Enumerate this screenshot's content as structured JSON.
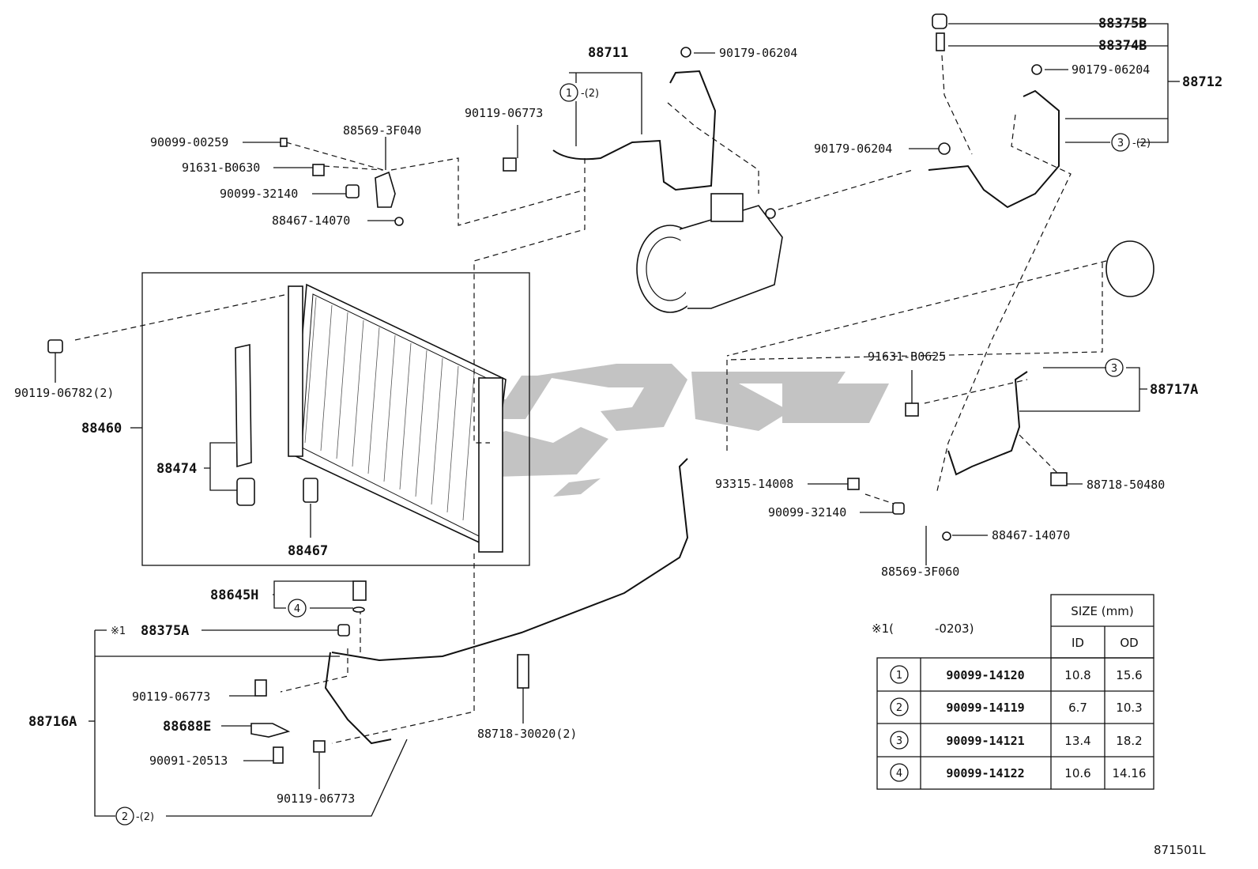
{
  "callouts": {
    "p88711": "88711",
    "p90179_a": "90179-06204",
    "p90119_06773_top": "90119-06773",
    "p1_qty": "1",
    "p1_note": "-(2)",
    "p90099_00259": "90099-00259",
    "p88569_3F040": "88569-3F040",
    "p91631_B0630": "91631-B0630",
    "p90099_32140_a": "90099-32140",
    "p88467_14070_a": "88467-14070",
    "p88375B": "88375B",
    "p88374B": "88374B",
    "p90179_b": "90179-06204",
    "p88712": "88712",
    "p90179_c": "90179-06204",
    "p3_qty": "3",
    "p3_note": "-(2)",
    "p90119_06782": "90119-06782(2)",
    "p88460": "88460",
    "p88474": "88474",
    "p88467": "88467",
    "p91631_B0625": "91631-B0625",
    "p3b": "3",
    "p88717A": "88717A",
    "p93315_14008": "93315-14008",
    "p90099_32140_b": "90099-32140",
    "p88718_50480": "88718-50480",
    "p88467_14070_b": "88467-14070",
    "p88569_3F060": "88569-3F060",
    "p88645H": "88645H",
    "p4": "4",
    "p88375A_mark": "※1",
    "p88375A": "88375A",
    "p90119_06773_mid": "90119-06773",
    "p88716A": "88716A",
    "p88688E": "88688E",
    "p90091_20513": "90091-20513",
    "p90119_06773_bot": "90119-06773",
    "p88718_30020": "88718-30020(2)",
    "p2_qty": "2",
    "p2_note": "-(2)"
  },
  "note": {
    "mark": "※1(",
    "value": "-0203)"
  },
  "table": {
    "header_size": "SIZE (mm)",
    "header_id": "ID",
    "header_od": "OD",
    "rows": [
      {
        "num": "1",
        "part": "90099-14120",
        "id": "10.8",
        "od": "15.6"
      },
      {
        "num": "2",
        "part": "90099-14119",
        "id": "6.7",
        "od": "10.3"
      },
      {
        "num": "3",
        "part": "90099-14121",
        "id": "13.4",
        "od": "18.2"
      },
      {
        "num": "4",
        "part": "90099-14122",
        "id": "10.6",
        "od": "14.16"
      }
    ]
  },
  "footer": {
    "code": "871501L"
  },
  "colors": {
    "line": "#111111",
    "watermark": "#bdbdbd"
  }
}
